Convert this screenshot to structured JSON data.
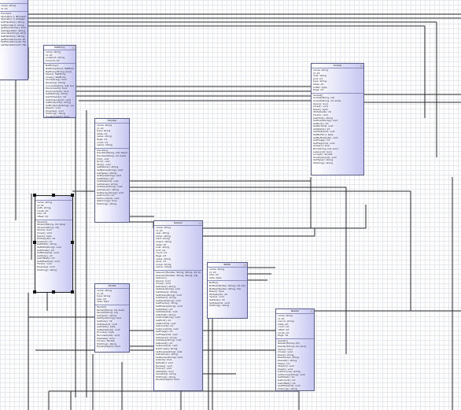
{
  "diagram": {
    "classes": [
      {
        "title": "",
        "attributes": [
          "name: string",
          "id: int"
        ],
        "operations": [
          "Handlers",
          "Operation 1 (Boolean, Integer, String)",
          "Operation 2 (Integer, String)",
          "GetHandler(): string",
          "SetHandler(): string",
          "getOperations(): string",
          "GetOperation: string",
          "execute(string): string",
          "GetHandler(): String",
          "getHandlerCount: string",
          "SetHandlerCount: Handler",
          "setHandlerCount: HandlerCount: Map"
        ]
      },
      {
        "title": "NetProxy",
        "attributes": [
          "name: string",
          "id: int",
          "endpoint: string",
          "timeout: int"
        ],
        "operations": [
          "NetProxy()",
          "NetProxy(bool): NetProxy",
          "NetProxy(String, bool)",
          "Open(): NetProxy",
          "Close(): NetProxy",
          "Send(string): bool",
          "Receive(): string",
          "Connect(string, int): bool",
          "Disconnect(): bool",
          "IsConnected(): bool",
          "GetStatus(): string",
          "GetTimeout(): int",
          "SetTimeout(int): void",
          "GetEndpoint(): string",
          "SetEndpoint(string): void",
          "Reset(): void",
          "Dispose(): void",
          "ToString(): string",
          "Equals(object): bool"
        ]
      },
      {
        "title": "Socket",
        "attributes": [
          "name: string",
          "id: int",
          "host: string",
          "port: int",
          "type: string",
          "state: int",
          "buffer: byte",
          "flags: int"
        ],
        "operations": [
          "Socket()",
          "Socket(String, int)",
          "Socket(String, int, bool)",
          "Open(): bool",
          "Close(): void",
          "Read(): byte",
          "Write(byte): int",
          "Flush(): void",
          "GetHost(): string",
          "SetHost(string): void",
          "GetPort(): int",
          "SetPort(int): void",
          "GetState(): int",
          "SetState(int): void",
          "GetBuffer(): byte",
          "SetBuffer(byte): void",
          "GetFlags(): int",
          "SetFlags(int): void",
          "IsOpen(): bool",
          "Bind(string, int): bool",
          "Listen(int): bool",
          "Accept(): Socket",
          "Shutdown(int): void",
          "GetType(): string",
          "ToString(): string"
        ]
      },
      {
        "title": "Handler",
        "attributes": [
          "name: string",
          "id: int",
          "type: string",
          "state: int",
          "value: string",
          "flags: int",
          "count: int",
          "owner: string"
        ],
        "operations": [
          "Handler()",
          "Handler(String, int): Handler",
          "Handler(String, int, bool)",
          "Init(): void",
          "Run(): void",
          "Stop(): void",
          "GetName(): string",
          "SetName(string): void",
          "GetType(): string",
          "SetType(string): void",
          "GetState(): int",
          "SetState(int): void",
          "GetValue(): string",
          "SetValue(string): void",
          "GetOwner(): string",
          "SetOwner(string): void",
          "GetCount(): int",
          "SetCount(int): void",
          "IsRunning(): bool",
          "ToString(): string"
        ]
      },
      {
        "title": "",
        "attributes": [
          "name: string",
          "id: int",
          "path: string",
          "mode: int",
          "size: int",
          "offset: int"
        ],
        "operations": [
          "Stream()",
          "Stream(String, int, bool)",
          "Stream(String, int)",
          "Open(): bool",
          "Close(): void",
          "Read(): byte",
          "Write(byte): int",
          "Seek(int): int",
          "GetPath(): string",
          "SetPath(string): void",
          "GetMode(): int",
          "SetMode(int): void",
          "GetSize(): int",
          "GetOffset(): int",
          "SetOffset(int): void",
          "Flush(): void",
          "Dispose(): void",
          "ToString(): string"
        ]
      },
      {
        "title": "Session",
        "attributes": [
          "name: string",
          "id: int",
          "user: string",
          "token: string",
          "start: string",
          "expire: string",
          "state: int",
          "host: string",
          "port: int",
          "count: int",
          "flags: int",
          "value: string",
          "level: int",
          "scope: string",
          "owner: string"
        ],
        "operations": [
          "Session(Handler, String, String, int, bool)",
          "Session(Handler, String, String, int)",
          "Session()",
          "Open(): bool",
          "Close(): void",
          "GetUser(): string",
          "SetUser(string): void",
          "GetToken(): string",
          "SetToken(string): void",
          "GetStart(): string",
          "SetStart(string): void",
          "GetExpire(): string",
          "SetExpire(string): void",
          "GetState(): int",
          "SetState(int): void",
          "GetHost(): string",
          "SetHost(string): void",
          "GetPort(): int",
          "SetPort(int): void",
          "GetCount(): int",
          "SetCount(int): void",
          "GetFlags(): int",
          "SetFlags(int): void",
          "GetValue(): string",
          "SetValue(string): void",
          "GetLevel(): int",
          "SetLevel(int): void",
          "GetScope(): string",
          "SetScope(string): void",
          "GetOwner(): string",
          "SetOwner(string): void",
          "IsValid(): bool",
          "Refresh(): void",
          "Renew(): void",
          "Expire(): void",
          "Validate(): bool",
          "Serialize(): string",
          "ToString(): string",
          "Equals(object): bool"
        ]
      },
      {
        "title": "Buffer",
        "attributes": [
          "name: string",
          "id: int",
          "size: int",
          "data: byte"
        ],
        "operations": [
          "Buffer()",
          "Buffer(Handler, String, int, bool)",
          "Buffer(Handler, String, int)",
          "Read(): byte",
          "Write(byte): int",
          "Clear(): void",
          "GetSize(): int",
          "SetSize(int): void",
          "ToString(): string"
        ]
      },
      {
        "title": "Packet",
        "attributes": [
          "name: string",
          "id: int",
          "type: string",
          "size: int",
          "data: byte"
        ],
        "operations": [
          "Packet()",
          "Packet(String, int, bool)",
          "Packet(String, int)",
          "GetType(): string",
          "SetType(string): void",
          "GetSize(): int",
          "SetSize(int): void",
          "GetData(): byte",
          "SetData(byte): void",
          "Encode(): byte",
          "Decode(byte): void",
          "Validate(): bool",
          "Clone(): Packet",
          "ToString(): string",
          "Equals(object): bool"
        ]
      },
      {
        "title": "Reader",
        "attributes": [
          "name: string",
          "id: int",
          "source: string",
          "state: int",
          "count: int",
          "offset: int",
          "mode: int",
          "flags: int"
        ],
        "operations": [
          "Reader()",
          "Reader(String, int)",
          "Reader(String, int, bool)",
          "Open(): bool",
          "Close(): void",
          "Read(): string",
          "ReadLine(): string",
          "ReadAll(): string",
          "Peek(): int",
          "Skip(int): void",
          "Reset(): void",
          "GetSource(): string",
          "SetSource(string): void",
          "GetState(): int",
          "GetCount(): int",
          "GetOffset(): int",
          "SetOffset(int): void",
          "ToString(): string",
          "Dispose(): void"
        ]
      }
    ]
  }
}
